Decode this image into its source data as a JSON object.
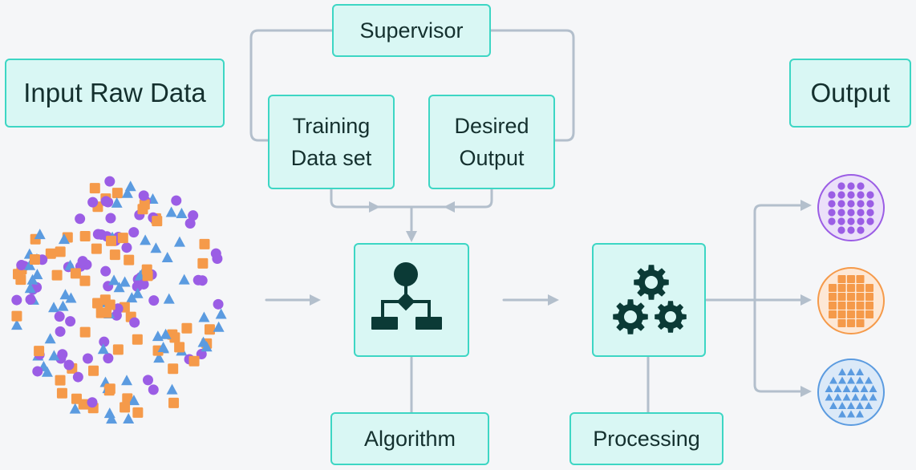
{
  "labels": {
    "input": "Input Raw Data",
    "supervisor": "Supervisor",
    "training": [
      "Training",
      "Data set"
    ],
    "desired": [
      "Desired",
      "Output"
    ],
    "output": "Output",
    "algorithm": "Algorithm",
    "processing": "Processing"
  },
  "colors": {
    "box_fill": "#d9f7f4",
    "box_border": "#3dd6c4",
    "connector": "#b3bfcc",
    "icon_dark": "#0b3a36",
    "purple": "#9b5de5",
    "orange": "#f59a4a",
    "blue": "#5b9be0"
  },
  "icons": {
    "algorithm": "flowchart-icon",
    "processing": "gears-icon",
    "output_1": "purple-circles-cluster-icon",
    "output_2": "orange-squares-cluster-icon",
    "output_3": "blue-triangles-cluster-icon"
  }
}
